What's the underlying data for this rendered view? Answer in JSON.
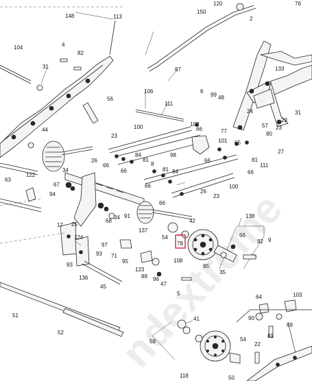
{
  "diagram": {
    "callouts": [
      {
        "id": "120",
        "label": "120"
      },
      {
        "id": "76",
        "label": "76"
      },
      {
        "id": "148",
        "label": "148"
      },
      {
        "id": "113",
        "label": "113"
      },
      {
        "id": "150",
        "label": "150"
      },
      {
        "id": "2",
        "label": "2"
      },
      {
        "id": "104",
        "label": "104"
      },
      {
        "id": "4",
        "label": "4"
      },
      {
        "id": "82a",
        "label": "82"
      },
      {
        "id": "31a",
        "label": "31"
      },
      {
        "id": "87",
        "label": "87"
      },
      {
        "id": "133",
        "label": "133"
      },
      {
        "id": "106",
        "label": "106"
      },
      {
        "id": "6",
        "label": "6"
      },
      {
        "id": "99",
        "label": "99"
      },
      {
        "id": "48",
        "label": "48"
      },
      {
        "id": "56",
        "label": "56"
      },
      {
        "id": "111a",
        "label": "111"
      },
      {
        "id": "24",
        "label": "24"
      },
      {
        "id": "31b",
        "label": "31"
      },
      {
        "id": "29",
        "label": "29"
      },
      {
        "id": "57",
        "label": "57"
      },
      {
        "id": "102",
        "label": "102"
      },
      {
        "id": "66a",
        "label": "66"
      },
      {
        "id": "77",
        "label": "77"
      },
      {
        "id": "23a",
        "label": "23"
      },
      {
        "id": "44",
        "label": "44"
      },
      {
        "id": "100a",
        "label": "100"
      },
      {
        "id": "80",
        "label": "80"
      },
      {
        "id": "23b",
        "label": "23"
      },
      {
        "id": "101",
        "label": "101"
      },
      {
        "id": "65",
        "label": "65"
      },
      {
        "id": "27",
        "label": "27"
      },
      {
        "id": "84a",
        "label": "84"
      },
      {
        "id": "98",
        "label": "98"
      },
      {
        "id": "81a",
        "label": "81"
      },
      {
        "id": "8",
        "label": "8"
      },
      {
        "id": "66b",
        "label": "66"
      },
      {
        "id": "26",
        "label": "26"
      },
      {
        "id": "66c",
        "label": "66"
      },
      {
        "id": "81b",
        "label": "81"
      },
      {
        "id": "111b",
        "label": "111"
      },
      {
        "id": "66d",
        "label": "66"
      },
      {
        "id": "81c",
        "label": "81"
      },
      {
        "id": "84b",
        "label": "84"
      },
      {
        "id": "122",
        "label": "122"
      },
      {
        "id": "66e",
        "label": "66"
      },
      {
        "id": "63",
        "label": "63"
      },
      {
        "id": "67",
        "label": "67"
      },
      {
        "id": "34a",
        "label": "34"
      },
      {
        "id": "66f",
        "label": "66"
      },
      {
        "id": "100b",
        "label": "100"
      },
      {
        "id": "94",
        "label": "94"
      },
      {
        "id": "26b",
        "label": "26"
      },
      {
        "id": "23c",
        "label": "23"
      },
      {
        "id": "66g",
        "label": "66"
      },
      {
        "id": "68",
        "label": "68"
      },
      {
        "id": "34b",
        "label": "34"
      },
      {
        "id": "91",
        "label": "91"
      },
      {
        "id": "138",
        "label": "138"
      },
      {
        "id": "17",
        "label": "17"
      },
      {
        "id": "25",
        "label": "25"
      },
      {
        "id": "42",
        "label": "42"
      },
      {
        "id": "137",
        "label": "137"
      },
      {
        "id": "66h",
        "label": "66"
      },
      {
        "id": "54a",
        "label": "54"
      },
      {
        "id": "78",
        "label": "78"
      },
      {
        "id": "82b",
        "label": "82"
      },
      {
        "id": "9",
        "label": "9"
      },
      {
        "id": "124",
        "label": "124"
      },
      {
        "id": "97",
        "label": "97"
      },
      {
        "id": "93a",
        "label": "93"
      },
      {
        "id": "71",
        "label": "71"
      },
      {
        "id": "95",
        "label": "95"
      },
      {
        "id": "108",
        "label": "108"
      },
      {
        "id": "85",
        "label": "85"
      },
      {
        "id": "35",
        "label": "35"
      },
      {
        "id": "93b",
        "label": "93"
      },
      {
        "id": "123",
        "label": "123"
      },
      {
        "id": "89",
        "label": "89"
      },
      {
        "id": "96",
        "label": "96"
      },
      {
        "id": "47",
        "label": "47"
      },
      {
        "id": "136",
        "label": "136"
      },
      {
        "id": "45",
        "label": "45"
      },
      {
        "id": "5",
        "label": "5"
      },
      {
        "id": "64",
        "label": "64"
      },
      {
        "id": "103",
        "label": "103"
      },
      {
        "id": "51",
        "label": "51"
      },
      {
        "id": "41",
        "label": "41"
      },
      {
        "id": "90",
        "label": "90"
      },
      {
        "id": "69",
        "label": "69"
      },
      {
        "id": "52",
        "label": "52"
      },
      {
        "id": "81d",
        "label": "81"
      },
      {
        "id": "58",
        "label": "58"
      },
      {
        "id": "54b",
        "label": "54"
      },
      {
        "id": "22",
        "label": "22"
      },
      {
        "id": "118",
        "label": "118"
      },
      {
        "id": "50",
        "label": "50"
      }
    ],
    "highlighted_callout": "78",
    "watermark": "ndextreme"
  },
  "colors": {
    "ink": "#111111",
    "watermark": "#c9c9c9",
    "highlight_box": "#d0021b"
  }
}
